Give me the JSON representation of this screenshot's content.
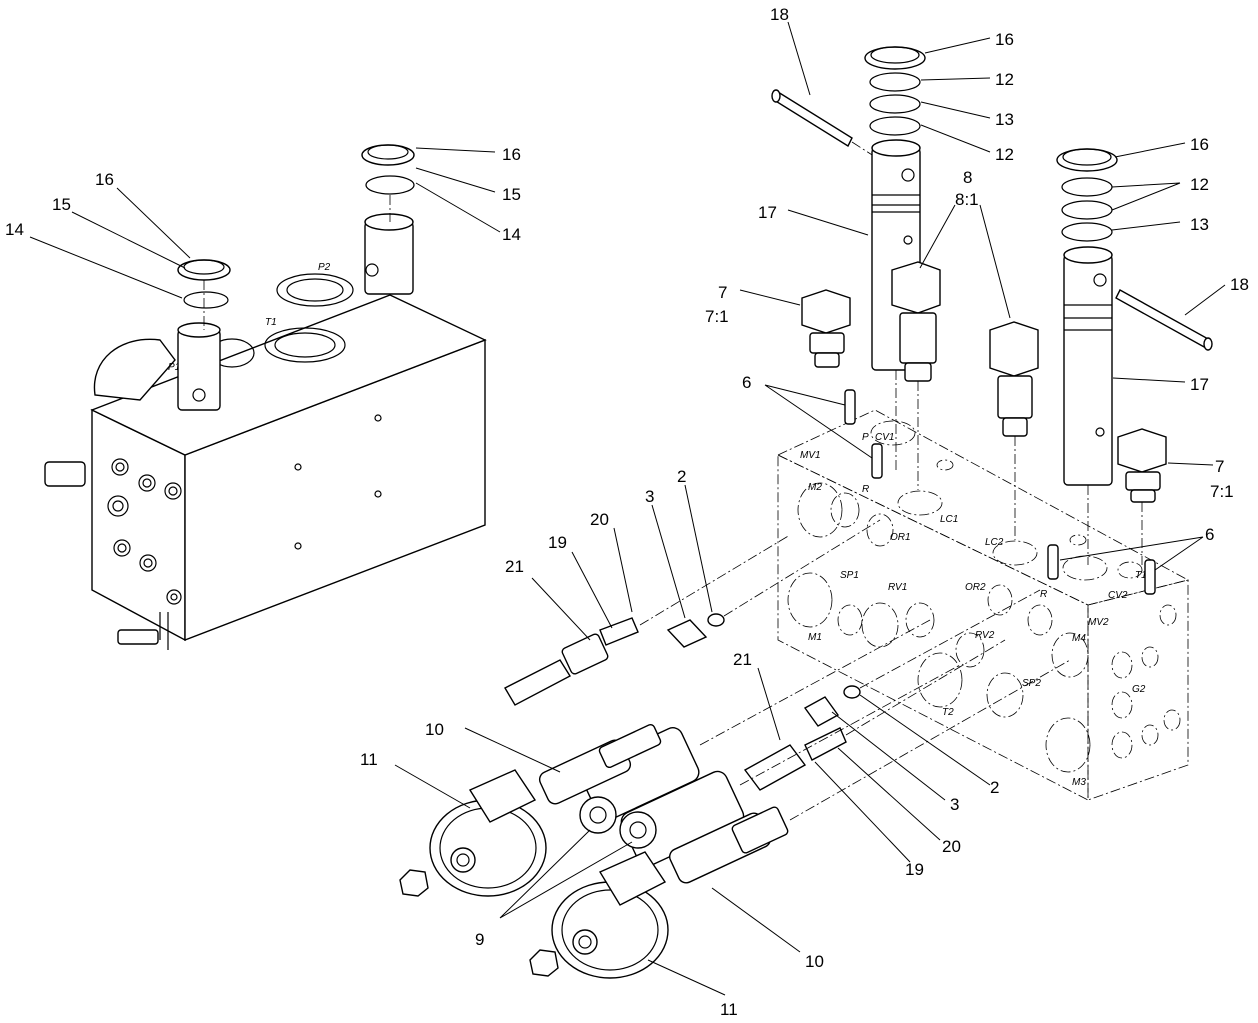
{
  "callouts": {
    "c18a": "18",
    "c16a": "16",
    "c12a": "12",
    "c13a": "13",
    "c12b": "12",
    "c17a": "17",
    "c8": "8",
    "c8_1": "8:1",
    "c16b": "16",
    "c12c": "12",
    "c13b": "13",
    "c18b": "18",
    "c17b": "17",
    "c7a": "7",
    "c7_1a": "7:1",
    "c6a": "6",
    "c7b": "7",
    "c7_1b": "7:1",
    "c6b": "6",
    "c16c": "16",
    "c15a": "15",
    "c14a": "14",
    "c16d": "16",
    "c15b": "15",
    "c14b": "14",
    "c2a": "2",
    "c3a": "3",
    "c20a": "20",
    "c19a": "19",
    "c21a": "21",
    "c21b": "21",
    "c10a": "10",
    "c11a": "11",
    "c2b": "2",
    "c3b": "3",
    "c20b": "20",
    "c19b": "19",
    "c9": "9",
    "c10b": "10",
    "c11b": "11"
  },
  "ports": {
    "mv1": "MV1",
    "m2": "M2",
    "or1": "OR1",
    "sp1": "SP1",
    "rv1": "RV1",
    "m1": "M1",
    "or2": "OR2",
    "rv2": "RV2",
    "sp2": "SP2",
    "t2": "T2",
    "m4": "M4",
    "mv2": "MV2",
    "g2": "G2",
    "m3": "M3",
    "lc1": "LC1",
    "lc2": "LC2",
    "cv1": "CV1",
    "cv2": "CV2",
    "p": "P",
    "r1": "R",
    "r2": "R",
    "t1": "T1",
    "p1": "P1",
    "p2": "P2",
    "t1b": "T1"
  }
}
